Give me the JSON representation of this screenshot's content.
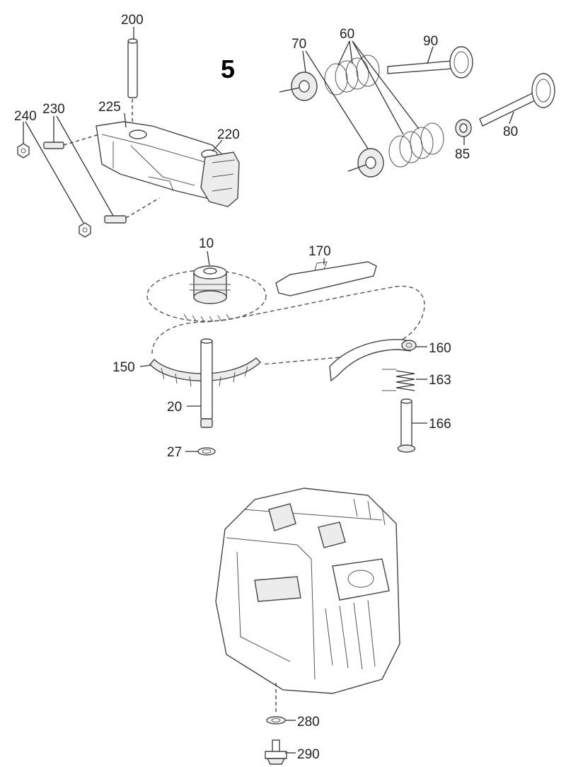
{
  "section_number": "5",
  "labels": {
    "p10": "10",
    "p20": "20",
    "p27": "27",
    "p60": "60",
    "p70": "70",
    "p80": "80",
    "p85": "85",
    "p90": "90",
    "p150": "150",
    "p160": "160",
    "p163": "163",
    "p166": "166",
    "p170": "170",
    "p200": "200",
    "p220": "220",
    "p225": "225",
    "p230": "230",
    "p240": "240",
    "p280": "280",
    "p290": "290"
  }
}
